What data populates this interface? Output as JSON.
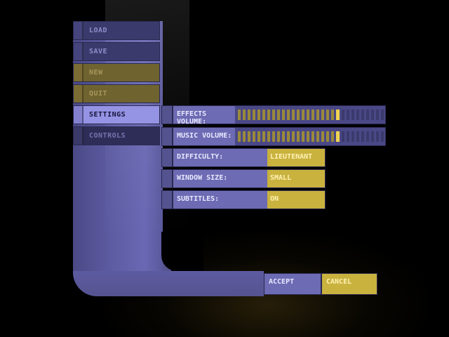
{
  "menu": {
    "items": [
      {
        "label": "LOAD",
        "state": "normal"
      },
      {
        "label": "SAVE",
        "state": "normal"
      },
      {
        "label": "NEW",
        "state": "gold"
      },
      {
        "label": "QUIT",
        "state": "gold"
      },
      {
        "label": "SETTINGS",
        "state": "active"
      },
      {
        "label": "CONTROLS",
        "state": "dim"
      }
    ]
  },
  "settings": {
    "effects_volume": {
      "label": "EFFECTS VOLUME:",
      "level": 0.68
    },
    "music_volume": {
      "label": "MUSIC VOLUME:",
      "level": 0.68
    },
    "difficulty": {
      "label": "DIFFICULTY:",
      "value": "LIEUTENANT"
    },
    "window_size": {
      "label": "WINDOW SIZE:",
      "value": "SMALL"
    },
    "subtitles": {
      "label": "SUBTITLES:",
      "value": "ON"
    }
  },
  "actions": {
    "accept_label": "ACCEPT",
    "cancel_label": "CANCEL"
  },
  "colors": {
    "frame": "#5e5ca3",
    "label_bg": "#6d6bb3",
    "value_gold": "#c9b23e",
    "active": "#9593e3"
  }
}
